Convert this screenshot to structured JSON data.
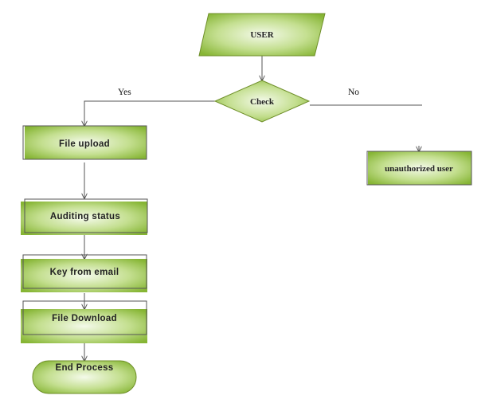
{
  "nodes": {
    "user": "USER",
    "check": "Check",
    "file_upload": "File upload",
    "unauthorized": "unauthorized user",
    "auditing": "Auditing status",
    "key_email": "Key from email",
    "file_download": "File Download",
    "end": "End Process"
  },
  "edges": {
    "yes": "Yes",
    "no": "No"
  },
  "colors": {
    "fill_dark": "#8dbb3a",
    "fill_light": "#f1f8e4",
    "stroke": "#6f8f2a"
  }
}
